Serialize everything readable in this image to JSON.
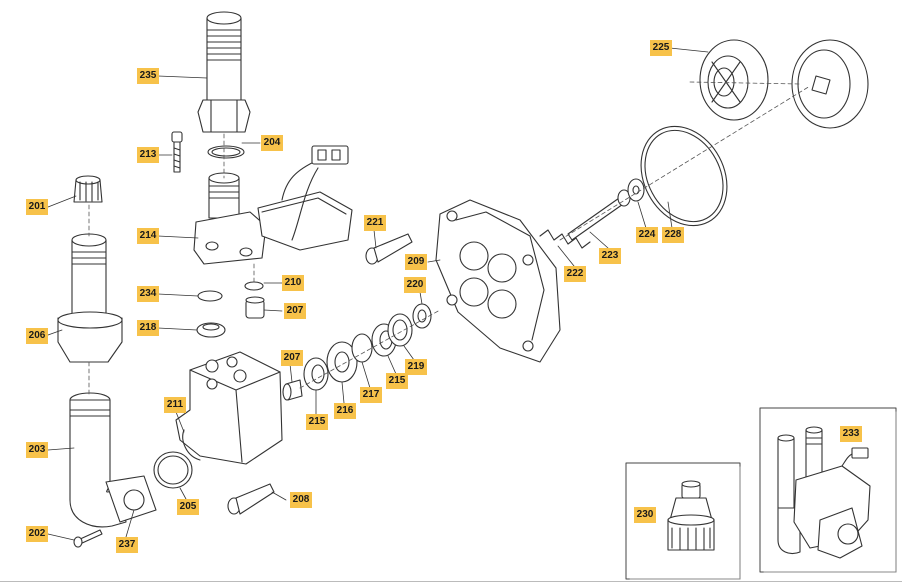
{
  "labels": {
    "l235": "235",
    "l204": "204",
    "l213": "213",
    "l201": "201",
    "l214": "214",
    "l234": "234",
    "l218": "218",
    "l206": "206",
    "l203": "203",
    "l202": "202",
    "l237": "237",
    "l205": "205",
    "l211": "211",
    "l207a": "207",
    "l207b": "207",
    "l210": "210",
    "l208": "208",
    "l215a": "215",
    "l216": "216",
    "l217": "217",
    "l215b": "215",
    "l219": "219",
    "l220": "220",
    "l221": "221",
    "l209": "209",
    "l222": "222",
    "l223": "223",
    "l224": "224",
    "l228": "228",
    "l225": "225",
    "l230": "230",
    "l233": "233"
  },
  "colors": {
    "label_bg": "#f7c24a",
    "line": "#333333",
    "fill": "#ffffff"
  }
}
